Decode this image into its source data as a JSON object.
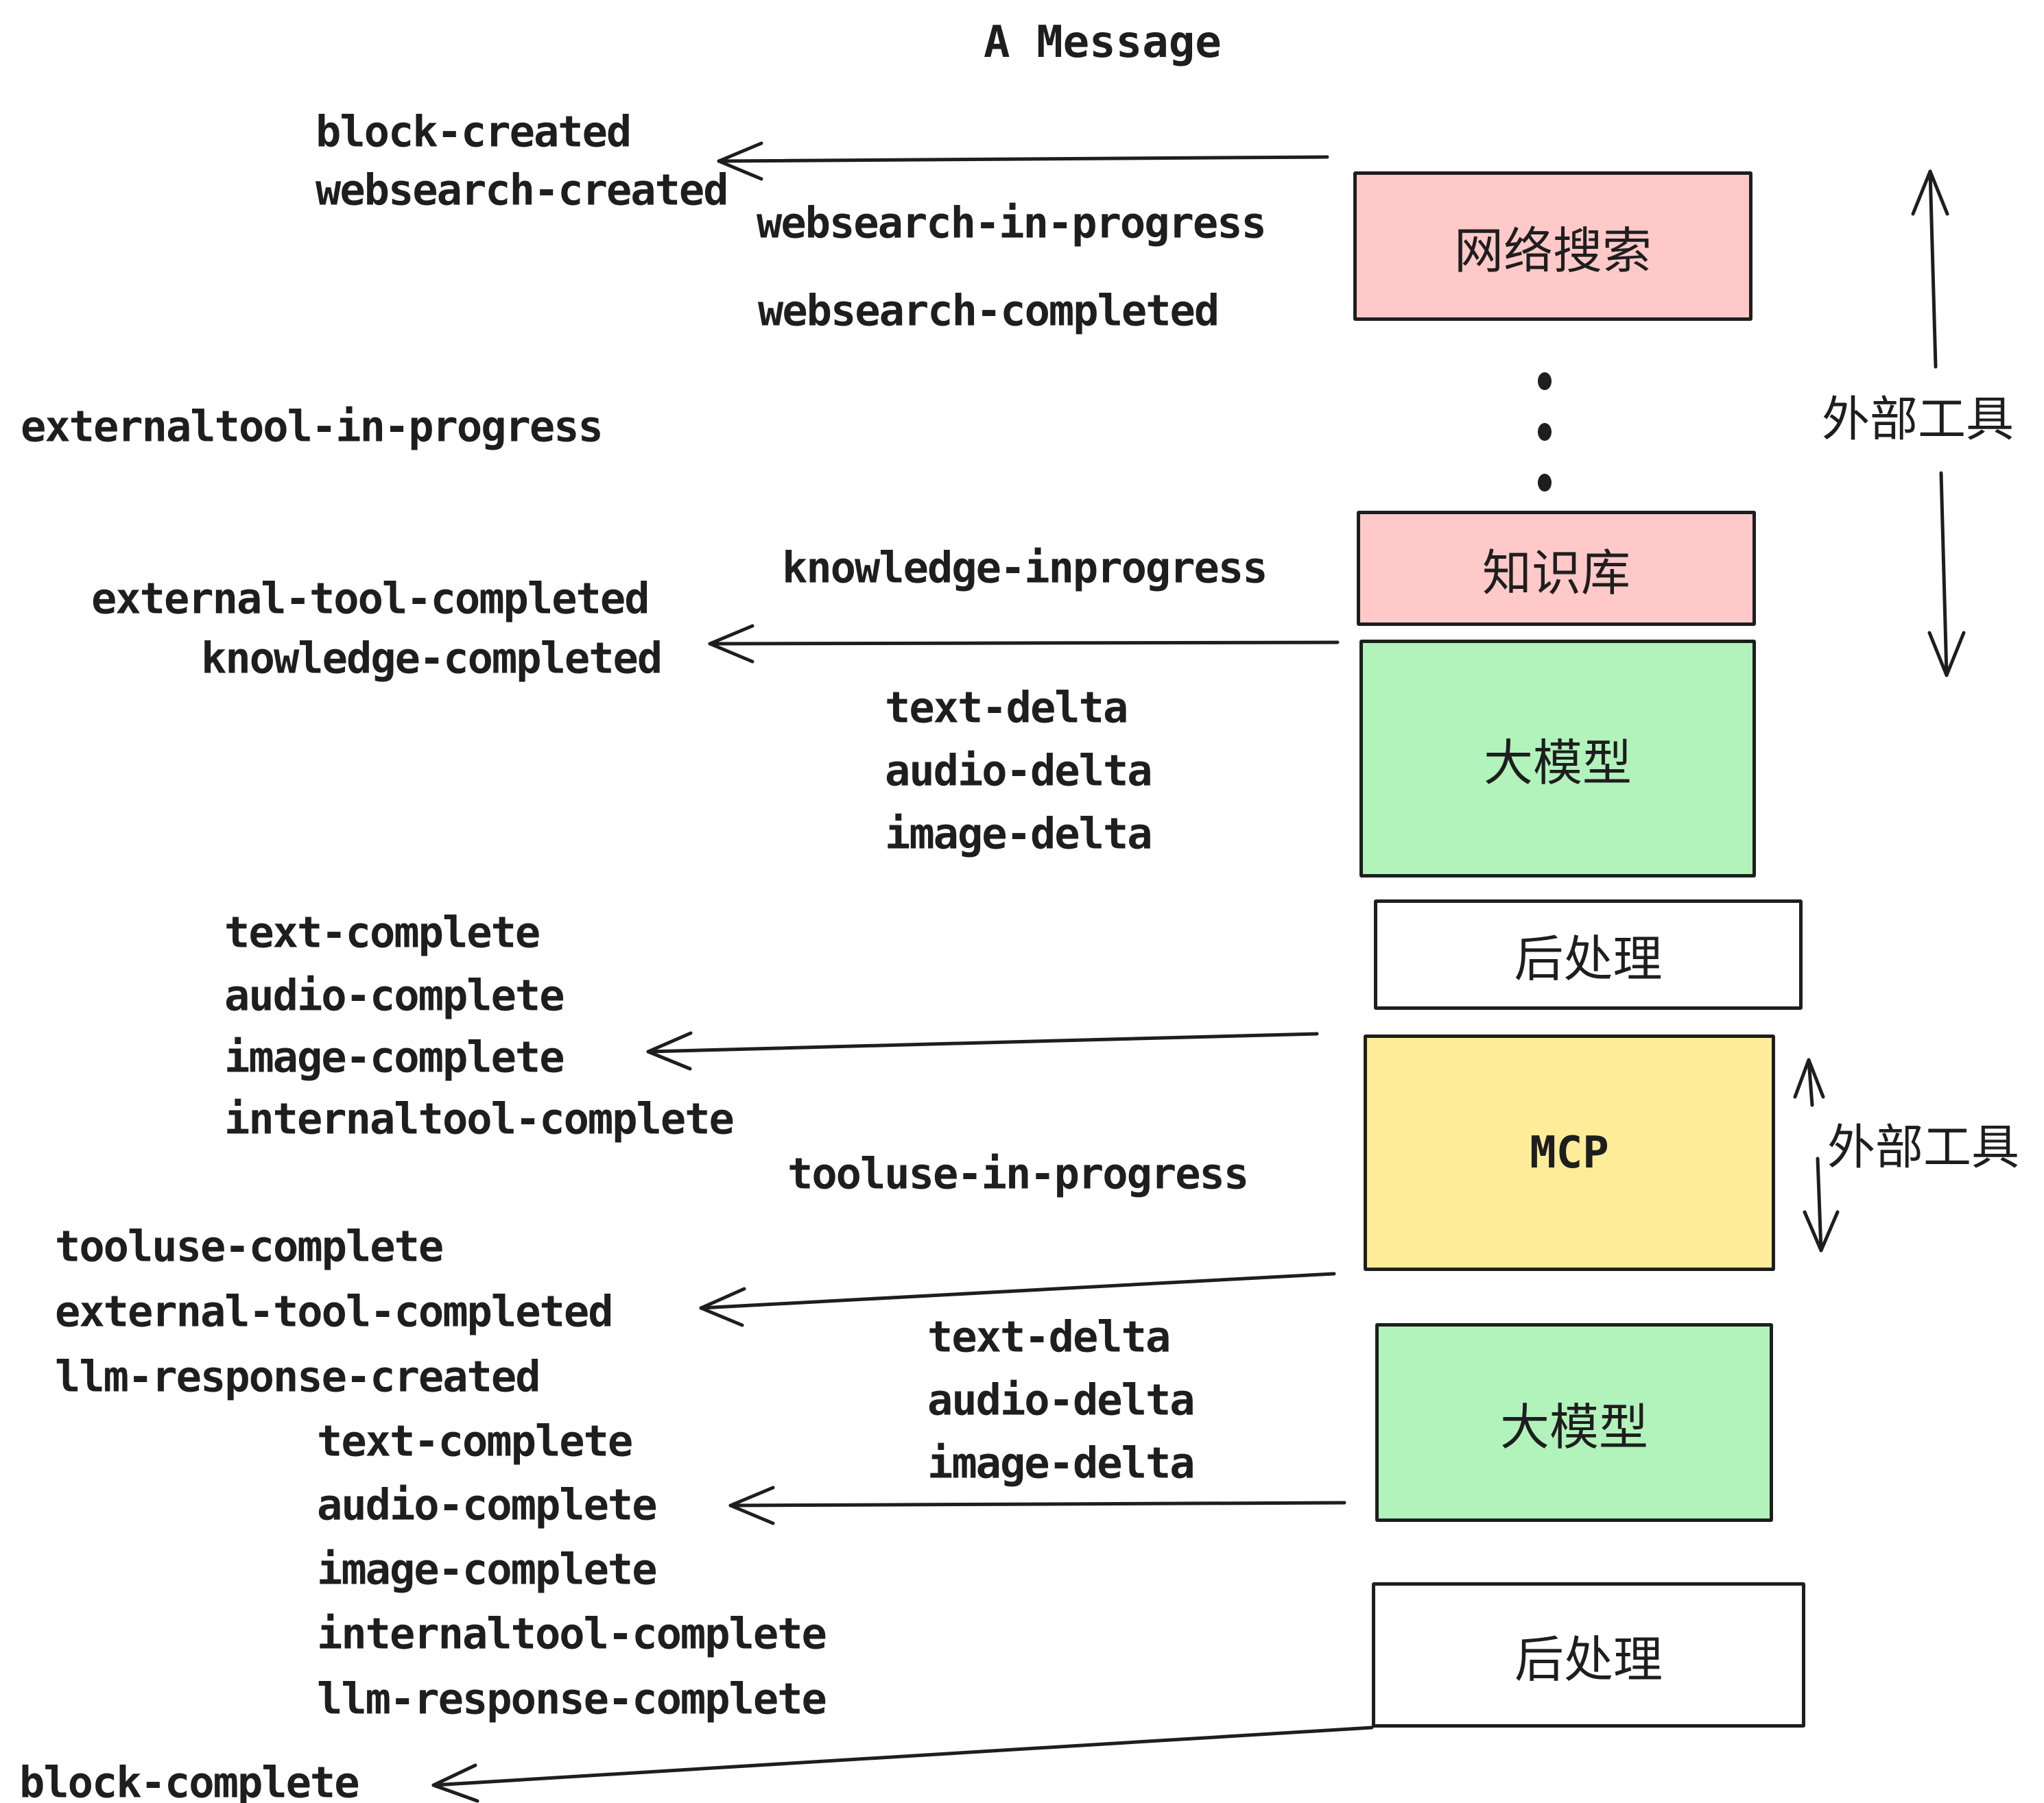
{
  "title": "A Message",
  "colors": {
    "stroke": "#1e1e1e",
    "pink": "#ffc9c9",
    "green": "#b2f2bb",
    "yellow": "#ffec99",
    "white": "#ffffff",
    "background": "#ffffff"
  },
  "boxes": [
    {
      "id": "websearch",
      "label": "网络搜索",
      "color": "pink"
    },
    {
      "id": "knowledge",
      "label": "知识库",
      "color": "pink"
    },
    {
      "id": "llm-1",
      "label": "大模型",
      "color": "green"
    },
    {
      "id": "postprocess-1",
      "label": "后处理",
      "color": "white"
    },
    {
      "id": "mcp",
      "label": "MCP",
      "color": "yellow"
    },
    {
      "id": "llm-2",
      "label": "大模型",
      "color": "green"
    },
    {
      "id": "postprocess-2",
      "label": "后处理",
      "color": "white"
    }
  ],
  "side_labels": [
    {
      "id": "external-tools-top",
      "text": "外部工具"
    },
    {
      "id": "external-tools-mcp",
      "text": "外部工具"
    }
  ],
  "labels": [
    {
      "text": "block-created"
    },
    {
      "text": "websearch-created"
    },
    {
      "text": "websearch-in-progress"
    },
    {
      "text": "websearch-completed"
    },
    {
      "text": "externaltool-in-progress"
    },
    {
      "text": "knowledge-inprogress"
    },
    {
      "text": "external-tool-completed"
    },
    {
      "text": "knowledge-completed"
    },
    {
      "text": "text-delta"
    },
    {
      "text": "audio-delta"
    },
    {
      "text": "image-delta"
    },
    {
      "text": "text-complete"
    },
    {
      "text": "audio-complete"
    },
    {
      "text": "image-complete"
    },
    {
      "text": "internaltool-complete"
    },
    {
      "text": "tooluse-in-progress"
    },
    {
      "text": "tooluse-complete"
    },
    {
      "text": "external-tool-completed"
    },
    {
      "text": "llm-response-created"
    },
    {
      "text": "text-complete"
    },
    {
      "text": "audio-complete"
    },
    {
      "text": "image-complete"
    },
    {
      "text": "internaltool-complete"
    },
    {
      "text": "llm-response-complete"
    },
    {
      "text": "block-complete"
    },
    {
      "text": "text-delta"
    },
    {
      "text": "audio-delta"
    },
    {
      "text": "image-delta"
    }
  ]
}
